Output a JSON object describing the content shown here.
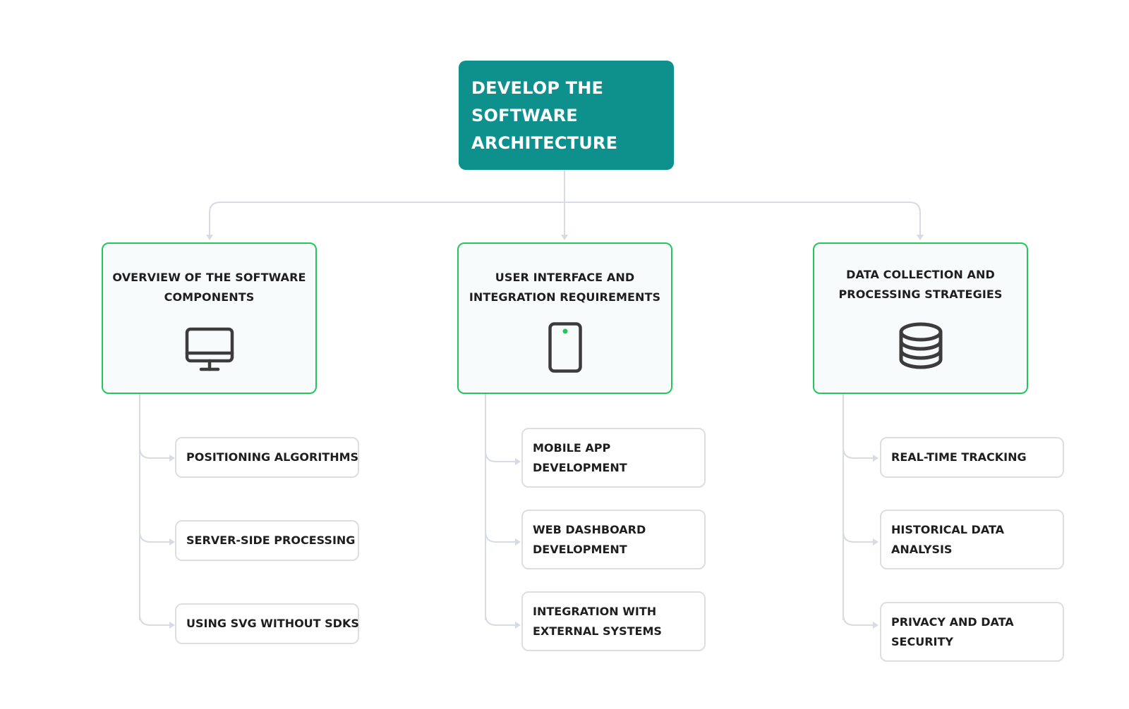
{
  "root": {
    "lines": [
      "DEVELOP THE",
      "SOFTWARE",
      "ARCHITECTURE"
    ]
  },
  "branches": [
    {
      "title_lines": [
        "OVERVIEW OF THE SOFTWARE",
        "COMPONENTS"
      ],
      "icon": "monitor-icon",
      "children": [
        {
          "lines": [
            "POSITIONING ALGORITHMS"
          ]
        },
        {
          "lines": [
            "SERVER-SIDE PROCESSING"
          ]
        },
        {
          "lines": [
            "USING SVG WITHOUT SDKS"
          ]
        }
      ]
    },
    {
      "title_lines": [
        "USER INTERFACE AND",
        "INTEGRATION REQUIREMENTS"
      ],
      "icon": "smartphone-icon",
      "children": [
        {
          "lines": [
            "MOBILE APP",
            "DEVELOPMENT"
          ]
        },
        {
          "lines": [
            "WEB DASHBOARD",
            "DEVELOPMENT"
          ]
        },
        {
          "lines": [
            "INTEGRATION WITH",
            "EXTERNAL SYSTEMS"
          ]
        }
      ]
    },
    {
      "title_lines": [
        "DATA COLLECTION AND",
        "PROCESSING STRATEGIES"
      ],
      "icon": "database-icon",
      "children": [
        {
          "lines": [
            "REAL-TIME TRACKING"
          ]
        },
        {
          "lines": [
            "HISTORICAL DATA",
            "ANALYSIS"
          ]
        },
        {
          "lines": [
            "PRIVACY AND DATA",
            "SECURITY"
          ]
        }
      ]
    }
  ],
  "colors": {
    "root_fill": "#0e918d",
    "branch_border": "#25c55e",
    "branch_fill": "#f8fbfb",
    "leaf_border": "#dcdee2",
    "connector": "#d8dae4",
    "text": "#1e1e1e",
    "icon_stroke": "#3c3c3c",
    "phone_dot": "#25c55e"
  }
}
